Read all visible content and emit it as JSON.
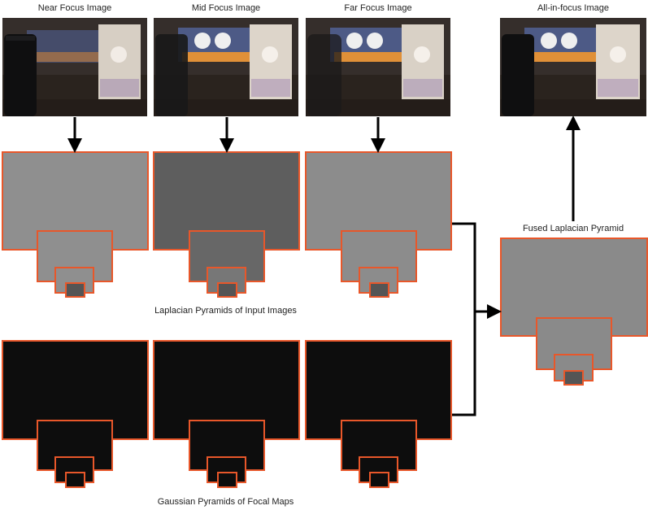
{
  "labels": {
    "near": "Near Focus Image",
    "mid": "Mid Focus Image",
    "far": "Far Focus Image",
    "allinfocus": "All-in-focus Image",
    "fused": "Fused Laplacian Pyramid",
    "laplacian": "Laplacian Pyramids of Input Images",
    "gaussian": "Gaussian Pyramids of Focal Maps"
  },
  "colors": {
    "pyramid_border": "#e8572a",
    "arrow": "#000000",
    "laplacian_near": "#8f8f8f",
    "laplacian_mid": "#5e5e5e",
    "laplacian_far": "#8c8c8c",
    "laplacian_fused": "#8a8a8a",
    "focal_map_bg": "#0d0d0d"
  },
  "icons": {
    "photo": "scene-photo-icon",
    "arrow": "arrow-icon"
  }
}
